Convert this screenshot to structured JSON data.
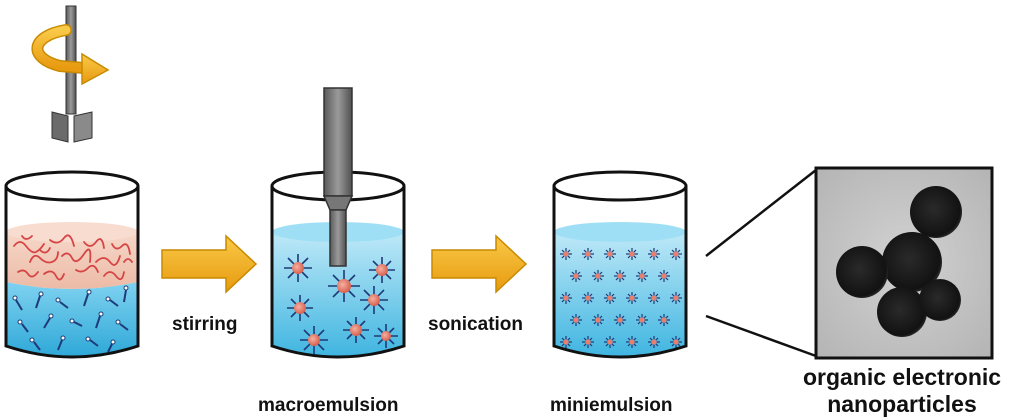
{
  "labels": {
    "stirring": "stirring",
    "sonication": "sonication",
    "macroemulsion": "macroemulsion",
    "miniemulsion": "miniemulsion",
    "result_line1": "organic electronic",
    "result_line2": "nanoparticles"
  },
  "colors": {
    "water_light": "#bfe9f8",
    "water_dark": "#3fb5e0",
    "organic_layer": "#f3c8b6",
    "polymer_chain": "#d64545",
    "arrow_fill": "#f2b01e",
    "arrow_stroke": "#c88a00",
    "droplet": "#e88070",
    "surfactant_tail": "#1e3a78",
    "tool_gray": "#6b6b6b",
    "tem_background": "#c8c8c8",
    "particle": "#151515"
  },
  "icons": [
    "stirrer-icon",
    "rotation-arrow-icon",
    "sonotrode-icon",
    "beaker-icon",
    "process-arrow-icon",
    "tem-image"
  ]
}
